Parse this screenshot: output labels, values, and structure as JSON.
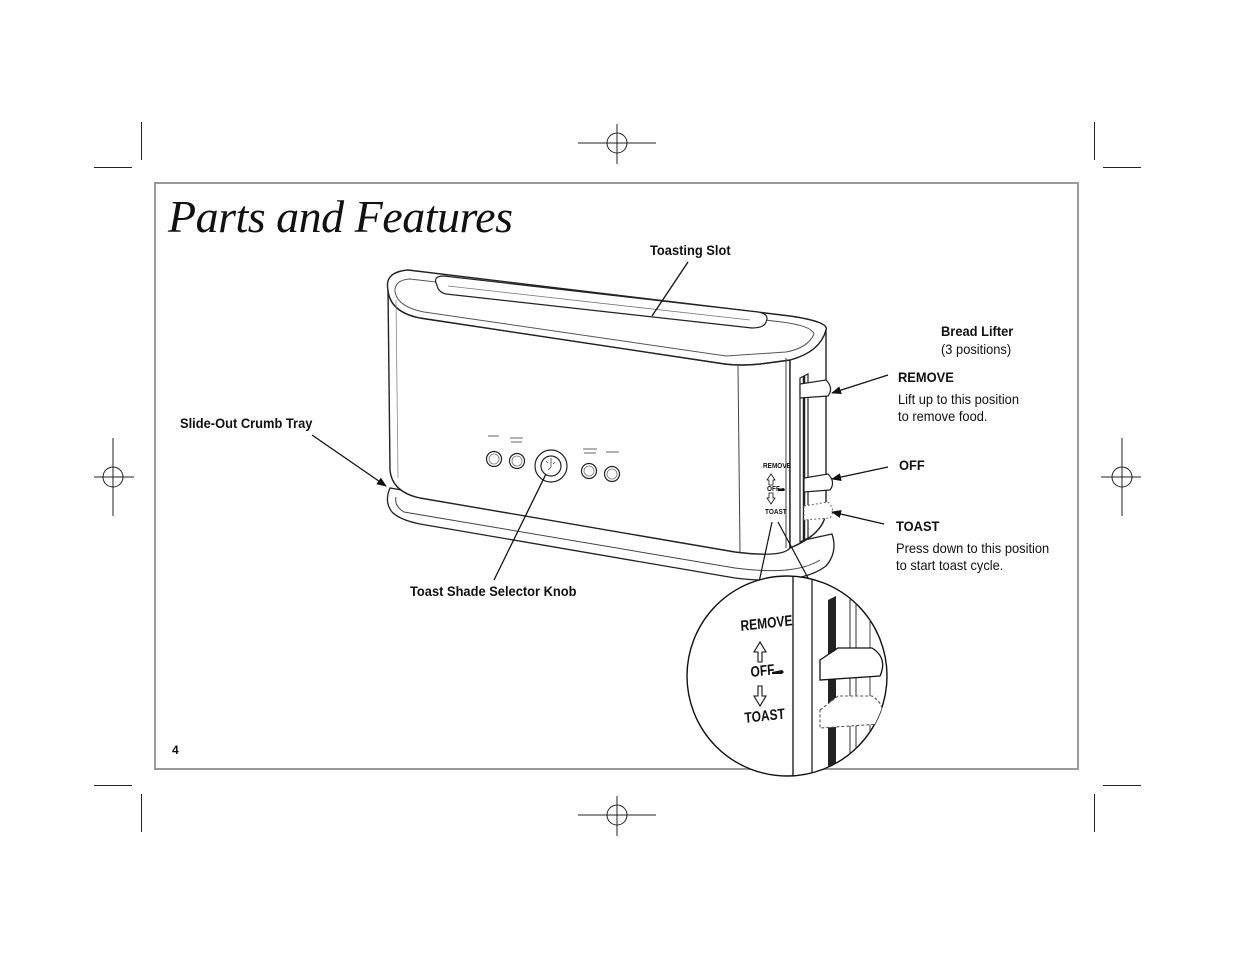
{
  "page": {
    "title": "Parts and Features",
    "page_number": "4"
  },
  "labels": {
    "toasting_slot": "Toasting Slot",
    "bread_lifter": "Bread Lifter",
    "bread_lifter_positions": "(3 positions)",
    "remove": "REMOVE",
    "remove_desc_1": "Lift up to this position",
    "remove_desc_2": "to remove food.",
    "off": "OFF",
    "toast": "TOAST",
    "toast_desc_1": "Press down to this position",
    "toast_desc_2": "to start toast cycle.",
    "crumb_tray": "Slide-Out Crumb Tray",
    "shade_knob": "Toast Shade Selector Knob"
  },
  "panel_markings": {
    "remove": "REMOVE",
    "off": "OFF",
    "toast": "TOAST"
  },
  "zoom_markings": {
    "remove": "REMOVE",
    "off": "OFF",
    "toast": "TOAST"
  }
}
